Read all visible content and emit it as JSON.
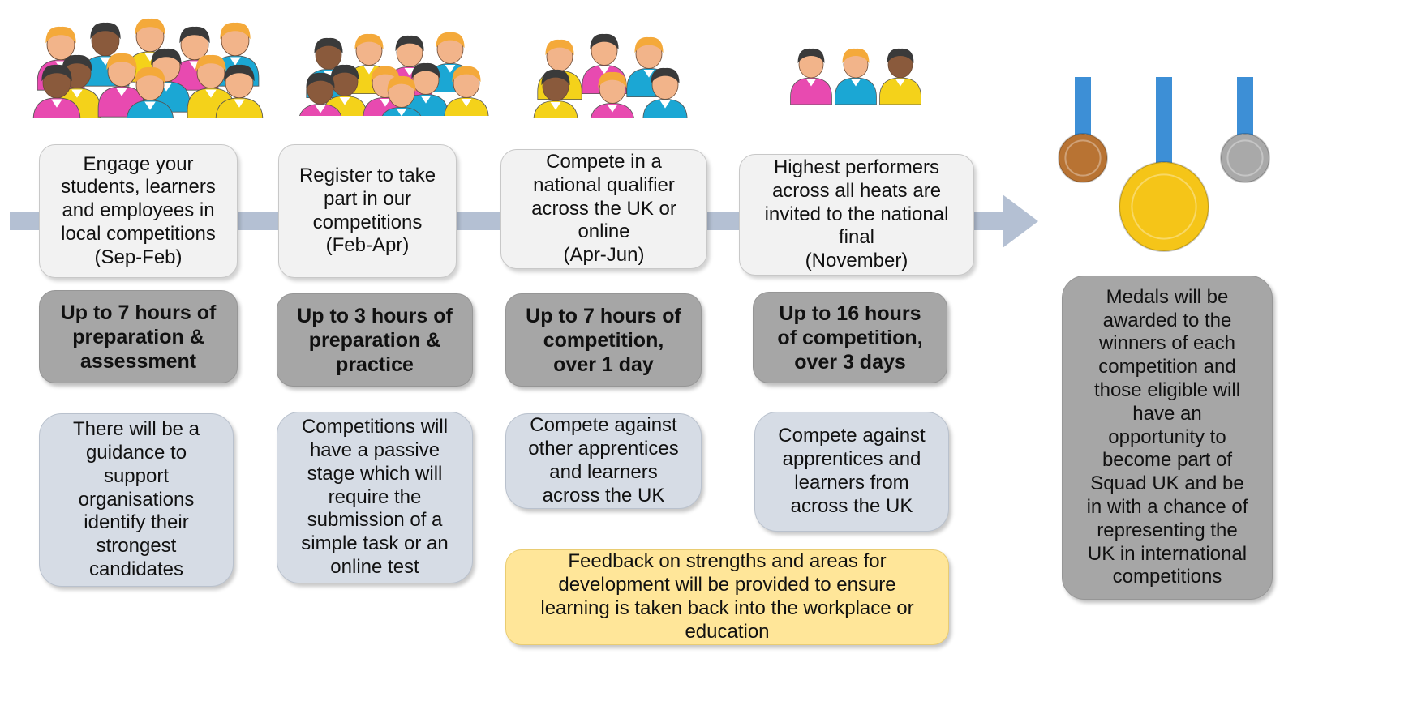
{
  "stages": [
    {
      "stage_text": "Engage your\nstudents, learners\nand employees in\nlocal competitions\n(Sep-Feb)",
      "hours_text": "Up to 7 hours of\npreparation &\nassessment",
      "detail_text": "There will be a\nguidance to\nsupport\norganisations\nidentify their\nstrongest\ncandidates",
      "people_count": 12
    },
    {
      "stage_text": "Register to take\npart in our\ncompetitions\n(Feb-Apr)",
      "hours_text": "Up to 3 hours of\npreparation &\npractice",
      "detail_text": "Competitions will\nhave a passive\nstage which will\nrequire the\nsubmission of a\nsimple task or an\nonline test",
      "people_count": 10
    },
    {
      "stage_text": "Compete in a\nnational qualifier\nacross the UK or\nonline\n(Apr-Jun)",
      "hours_text": "Up to 7 hours of\ncompetition,\nover 1 day",
      "detail_text": "Compete against\nother apprentices\nand learners\nacross the UK",
      "people_count": 6
    },
    {
      "stage_text": "Highest performers\nacross all heats are\ninvited to the national\nfinal\n(November)",
      "hours_text": "Up to 16 hours\nof competition,\nover 3 days",
      "detail_text": "Compete against\napprentices and\nlearners from\nacross the UK",
      "people_count": 3
    }
  ],
  "feedback_text": "Feedback on strengths and areas for\ndevelopment will be provided to ensure\nlearning is taken back into the workplace or\neducation",
  "medals_text": "Medals will be\nawarded to the\nwinners of each\ncompetition and\nthose eligible will\nhave an\nopportunity to\nbecome part of\nSquad UK and be\nin with a chance of\nrepresenting the\nUK in international\ncompetitions",
  "colors": {
    "arrow": "#b4c0d3",
    "skin": "#f2b48a",
    "skin_dark": "#8a5a3c",
    "hair_blonde": "#f4a93a",
    "hair_dark": "#3a3a3a",
    "shirt_pink": "#e84ab0",
    "shirt_blue": "#1ba7d4",
    "shirt_yellow": "#f4d21a",
    "gold": "#f5c518",
    "bronze": "#b87333",
    "silver": "#a9a9a9",
    "ribbon": "#3d8fd6"
  }
}
